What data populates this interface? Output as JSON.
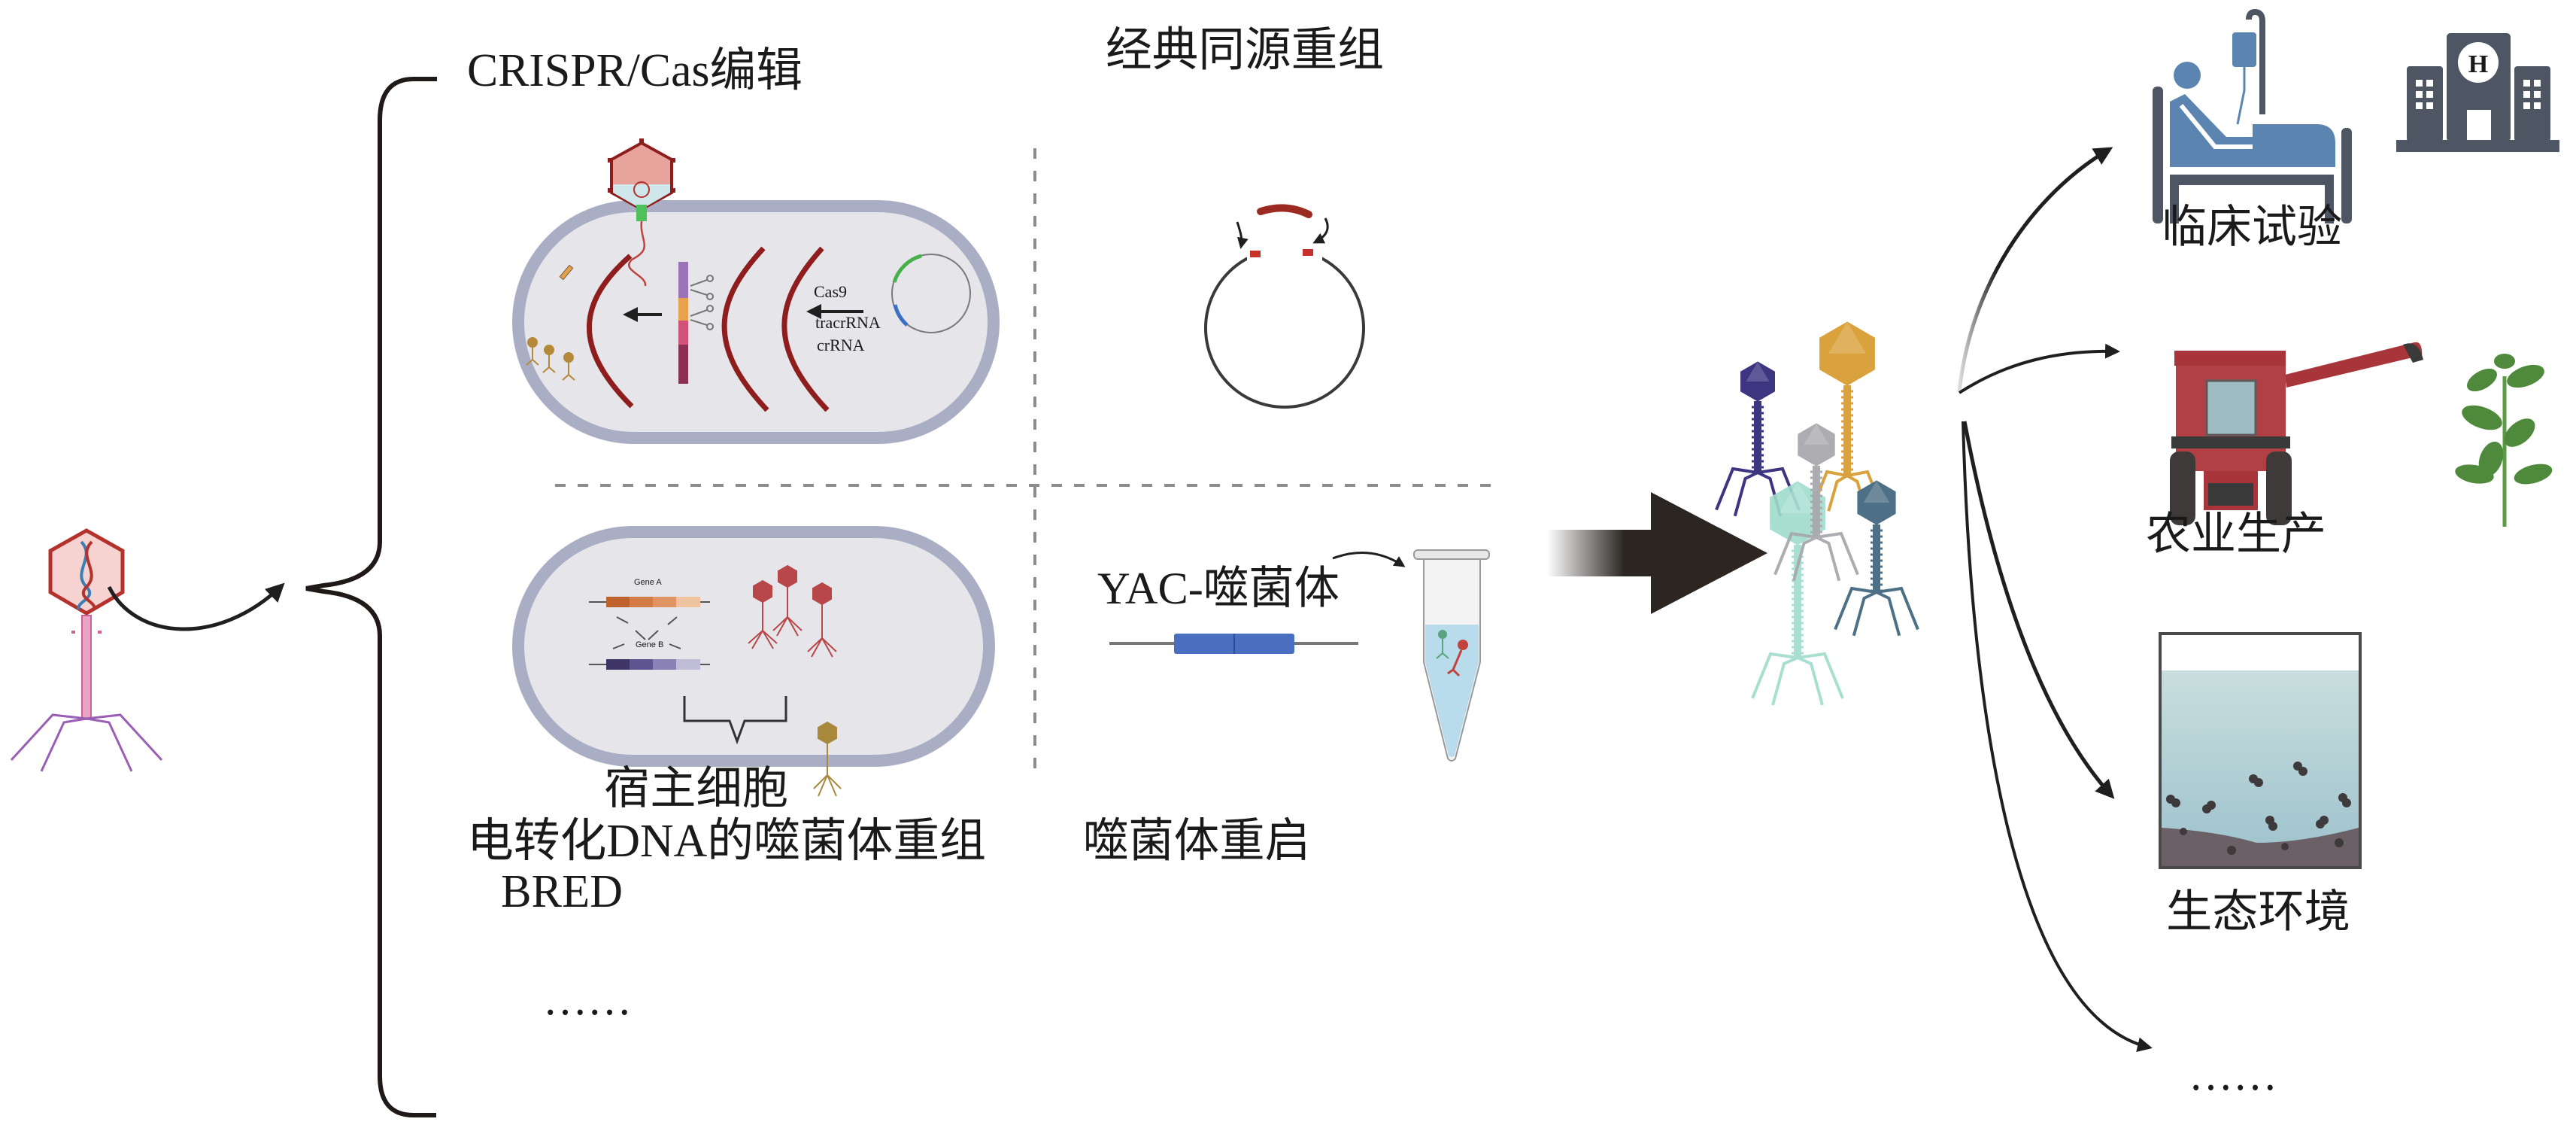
{
  "figure": {
    "source": {
      "name": "wild-type phage",
      "colors": {
        "capsid_fill": "#f6d3d0",
        "capsid_stroke": "#b4312c",
        "tail": "#d97aa6",
        "legs": "#9a5fb4"
      }
    },
    "methods_bracket": {
      "sections": [
        {
          "id": "crispr",
          "title": "CRISPR/Cas编辑",
          "labels": {
            "cas9": "Cas9",
            "tracrRNA": "tracrRNA",
            "crRNA": "crRNA"
          }
        },
        {
          "id": "homologous",
          "title": "经典同源重组"
        },
        {
          "id": "bred",
          "title_line1": "电转化DNA的噬菌体重组",
          "title_line2": "BRED",
          "labels": {
            "gene_a": "Gene A",
            "gene_b": "Gene B",
            "host_cell": "宿主细胞"
          }
        },
        {
          "id": "reboot",
          "title": "噬菌体重启",
          "labels": {
            "yac": "YAC-噬菌体"
          }
        }
      ],
      "more": "……"
    },
    "result": {
      "name": "engineered phage library",
      "phage_colors": [
        "#3d3580",
        "#d9a23c",
        "#a9a9ad",
        "#9fdccb",
        "#4d7086"
      ]
    },
    "applications": [
      {
        "id": "clinical",
        "label": "临床试验",
        "icons": [
          "patient-bed-icon",
          "hospital-icon"
        ]
      },
      {
        "id": "agriculture",
        "label": "农业生产",
        "icons": [
          "harvester-icon",
          "plant-icon"
        ]
      },
      {
        "id": "ecology",
        "label": "生态环境",
        "icons": [
          "water-tank-icon"
        ]
      },
      {
        "id": "more",
        "label": "……"
      }
    ],
    "colors": {
      "text": "#1a1a1a",
      "cell_membrane": "#a9aec4",
      "cell_interior": "#e6e6ea",
      "dna_red": "#8e1d1d",
      "icon_dark": "#4f5663",
      "icon_blue": "#5b84b1",
      "harvester_red": "#a8353a",
      "plant_green": "#4f8a3c",
      "water": "#a7c6cf",
      "sediment": "#6b6066",
      "yac_blue": "#4a6fbf",
      "tube_liquid": "#b8dcec"
    }
  }
}
